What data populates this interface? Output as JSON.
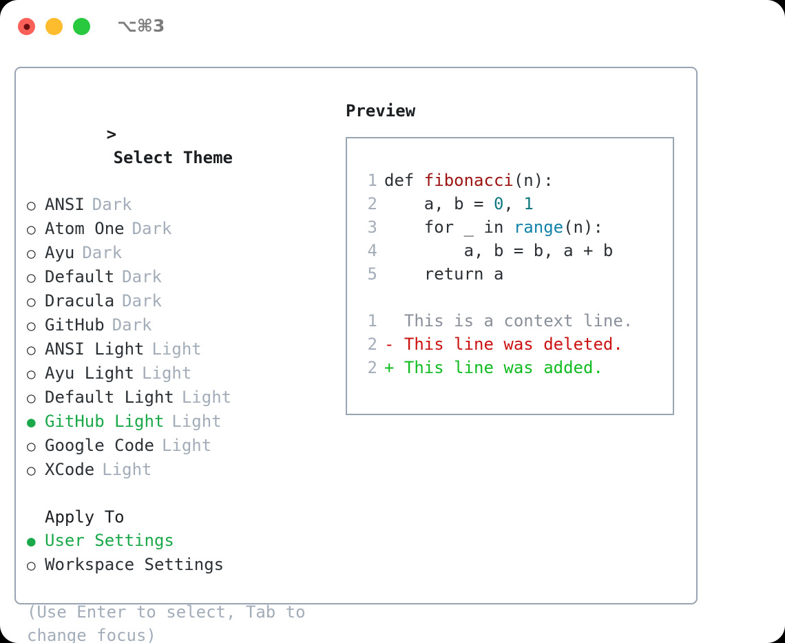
{
  "window": {
    "shortcut": "⌥⌘3",
    "traffic_lights": [
      {
        "name": "close",
        "color": "#fc6058"
      },
      {
        "name": "minimize",
        "color": "#fdbc2e"
      },
      {
        "name": "maximize",
        "color": "#28c83f"
      }
    ]
  },
  "colors": {
    "accent_selected": "#1aa84a",
    "muted": "#a3adb9",
    "border": "#98a4b1",
    "text": "#2b3035",
    "diff_add": "#11bb22",
    "diff_del": "#cc1111",
    "diff_ctx": "#8a9099"
  },
  "theme_picker": {
    "header_prefix": ">",
    "header": "Select Theme",
    "marker_unselected": "○",
    "marker_selected": "●",
    "items": [
      {
        "label": "ANSI",
        "tag": "Dark",
        "selected": false
      },
      {
        "label": "Atom One",
        "tag": "Dark",
        "selected": false
      },
      {
        "label": "Ayu",
        "tag": "Dark",
        "selected": false
      },
      {
        "label": "Default",
        "tag": "Dark",
        "selected": false
      },
      {
        "label": "Dracula",
        "tag": "Dark",
        "selected": false
      },
      {
        "label": "GitHub",
        "tag": "Dark",
        "selected": false
      },
      {
        "label": "ANSI Light",
        "tag": "Light",
        "selected": false
      },
      {
        "label": "Ayu Light",
        "tag": "Light",
        "selected": false
      },
      {
        "label": "Default Light",
        "tag": "Light",
        "selected": false
      },
      {
        "label": "GitHub Light",
        "tag": "Light",
        "selected": true
      },
      {
        "label": "Google Code",
        "tag": "Light",
        "selected": false
      },
      {
        "label": "XCode",
        "tag": "Light",
        "selected": false
      }
    ]
  },
  "apply_to": {
    "header": "Apply To",
    "items": [
      {
        "label": "User Settings",
        "selected": true
      },
      {
        "label": "Workspace Settings",
        "selected": false
      }
    ]
  },
  "hint": "(Use Enter to select, Tab to change focus)",
  "preview": {
    "header": "Preview",
    "code_lines": [
      {
        "number": "1",
        "tokens": [
          {
            "text": "def ",
            "kind": "kw"
          },
          {
            "text": "fibonacci",
            "kind": "fn"
          },
          {
            "text": "(n):",
            "kind": "kw"
          }
        ]
      },
      {
        "number": "2",
        "tokens": [
          {
            "text": "    a, b = ",
            "kind": "kw"
          },
          {
            "text": "0",
            "kind": "num"
          },
          {
            "text": ", ",
            "kind": "kw"
          },
          {
            "text": "1",
            "kind": "num"
          }
        ]
      },
      {
        "number": "3",
        "tokens": [
          {
            "text": "    for _ in ",
            "kind": "kw"
          },
          {
            "text": "range",
            "kind": "call"
          },
          {
            "text": "(n):",
            "kind": "kw"
          }
        ]
      },
      {
        "number": "4",
        "tokens": [
          {
            "text": "        a, b = b, a + b",
            "kind": "kw"
          }
        ]
      },
      {
        "number": "5",
        "tokens": [
          {
            "text": "    return a",
            "kind": "kw"
          }
        ]
      }
    ],
    "diff_lines": [
      {
        "number": "1",
        "sign": " ",
        "text": "This is a context line.",
        "kind": "ctx"
      },
      {
        "number": "2",
        "sign": "-",
        "text": "This line was deleted.",
        "kind": "del"
      },
      {
        "number": "2",
        "sign": "+",
        "text": "This line was added.",
        "kind": "add"
      }
    ]
  }
}
